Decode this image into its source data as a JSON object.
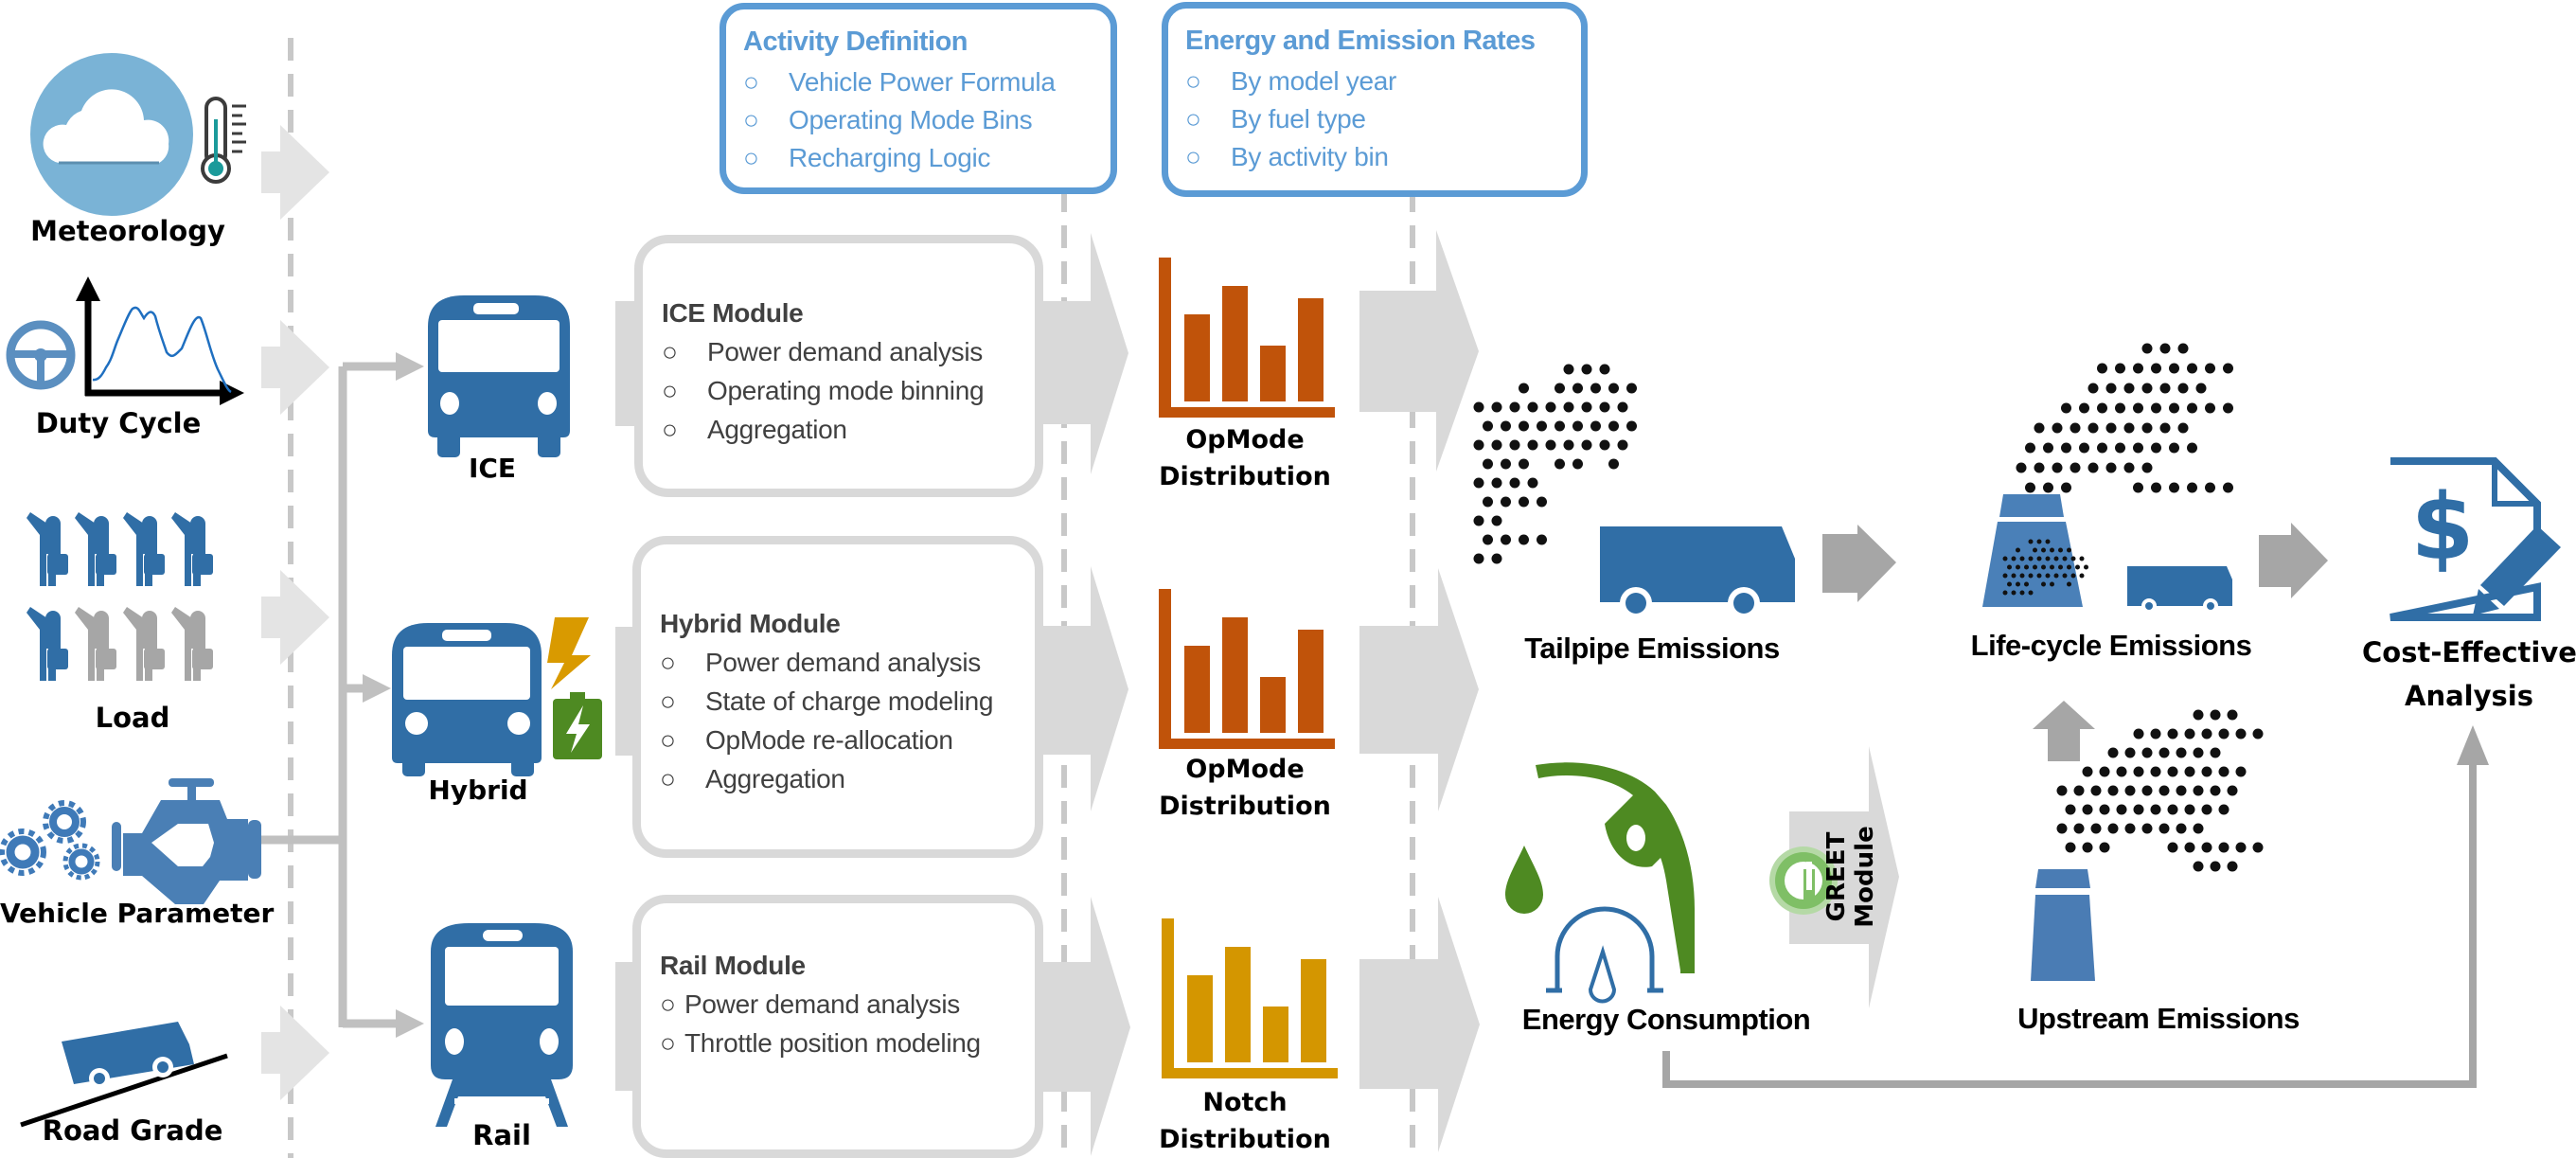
{
  "inputs": [
    {
      "label": "Meteorology",
      "icon": "cloud-thermometer-icon"
    },
    {
      "label": "Duty Cycle",
      "icon": "steering-wheel-speed-trace-icon"
    },
    {
      "label": "Load",
      "icon": "passengers-icon",
      "passengers_loaded": 5,
      "passengers_total": 8
    },
    {
      "label": "Vehicle Parameter",
      "icon": "gears-engine-icon"
    },
    {
      "label": "Road Grade",
      "icon": "vehicle-on-slope-icon"
    }
  ],
  "vehicles": [
    {
      "label": "ICE",
      "icon": "bus-icon"
    },
    {
      "label": "Hybrid",
      "icon": "bus-battery-icon"
    },
    {
      "label": "Rail",
      "icon": "train-icon"
    }
  ],
  "top_boxes": {
    "activity": {
      "title": "Activity Definition",
      "items": [
        "Vehicle Power Formula",
        "Operating Mode Bins",
        "Recharging Logic"
      ]
    },
    "rates": {
      "title": "Energy and Emission Rates",
      "items": [
        "By model year",
        "By fuel type",
        "By activity bin"
      ]
    }
  },
  "modules": [
    {
      "title": "ICE Module",
      "items": [
        "Power demand analysis",
        "Operating mode binning",
        "Aggregation"
      ]
    },
    {
      "title": "Hybrid Module",
      "items": [
        "Power demand analysis",
        "State of charge modeling",
        "OpMode re-allocation",
        "Aggregation"
      ]
    },
    {
      "title": "Rail Module",
      "items": [
        "Power demand analysis",
        "Throttle position modeling"
      ]
    }
  ],
  "bullet": "○",
  "distributions": [
    {
      "line1": "OpMode",
      "line2": "Distribution",
      "color": "#c0530a"
    },
    {
      "line1": "OpMode",
      "line2": "Distribution",
      "color": "#c0530a"
    },
    {
      "line1": "Notch",
      "line2": "Distribution",
      "color": "#d49600"
    }
  ],
  "outputs": {
    "tailpipe": "Tailpipe Emissions",
    "lifecycle": "Life-cycle Emissions",
    "cost_line1": "Cost-Effective",
    "cost_line2": "Analysis",
    "energy": "Energy Consumption",
    "upstream": "Upstream Emissions",
    "greet_line1": "GREET",
    "greet_line2": "Module"
  },
  "colors": {
    "icon_blue": "#306ea6",
    "box_blue": "#5b9bd5",
    "arrow_light": "#d9d9d9",
    "arrow_dark": "#a6a6a6",
    "green": "#4e8a22",
    "bolt": "#d99a00"
  }
}
